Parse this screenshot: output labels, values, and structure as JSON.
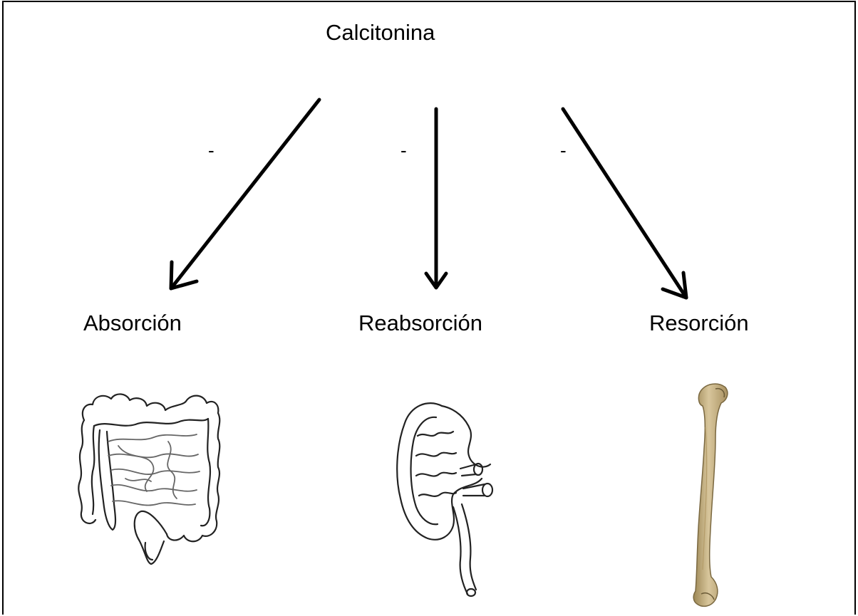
{
  "diagram": {
    "root": {
      "label": "Calcitonina"
    },
    "edges": [
      {
        "sign": "-",
        "target_label": "Absorción",
        "organ_icon": "intestine-icon"
      },
      {
        "sign": "-",
        "target_label": "Reabsorción",
        "organ_icon": "kidney-icon"
      },
      {
        "sign": "-",
        "target_label": "Resorción",
        "organ_icon": "bone-icon"
      }
    ],
    "colors": {
      "line": "#000000",
      "bone_fill": "#c9b58a",
      "bone_shade": "#9c8755"
    }
  }
}
